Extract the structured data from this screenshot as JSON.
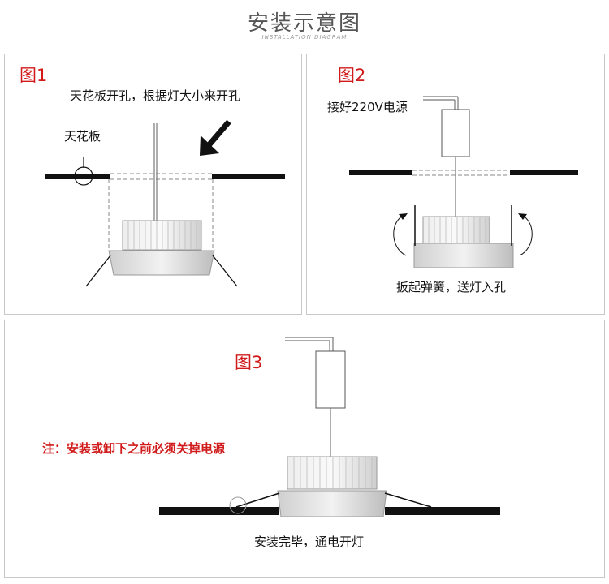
{
  "header": {
    "title": "安装示意图",
    "subtitle": "INSTALLATION DIAGRAM"
  },
  "fig1": {
    "label": "图1",
    "instruction": "天花板开孔，根据灯大小来开孔",
    "ceiling_label": "天花板"
  },
  "fig2": {
    "label": "图2",
    "power_label": "接好220V电源",
    "instruction": "扳起弹簧，送灯入孔"
  },
  "fig3": {
    "label": "图3",
    "warning": "注：安装或卸下之前必须关掉电源",
    "caption": "安装完毕，通电开灯"
  },
  "colors": {
    "label_red": "#d11a1a",
    "ceiling": "#111111",
    "panel_border": "#c8c8c8"
  }
}
